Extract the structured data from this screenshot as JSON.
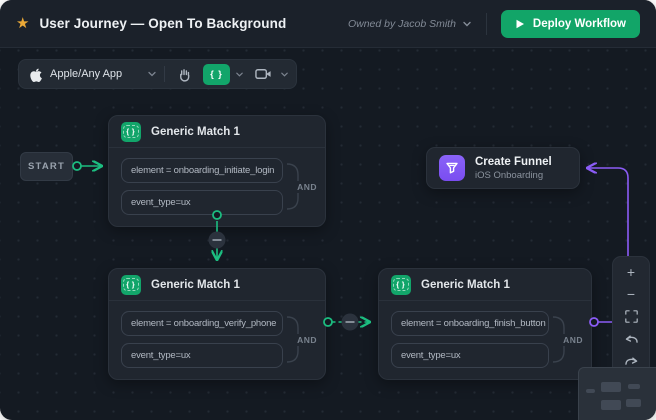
{
  "header": {
    "title": "User Journey — Open To Background",
    "owner": "Owned by Jacob Smith",
    "deploy_label": "Deploy Workflow"
  },
  "toolbar": {
    "app_selector": "Apple/Any App",
    "braces_glyph": "{ }"
  },
  "nodes": {
    "start": {
      "label": "START"
    },
    "match1": {
      "title": "Generic Match 1",
      "conditions": [
        "element = onboarding_initiate_login",
        "event_type=ux"
      ],
      "operator": "AND"
    },
    "match2": {
      "title": "Generic Match 1",
      "conditions": [
        "element = onboarding_verify_phone",
        "event_type=ux"
      ],
      "operator": "AND"
    },
    "match3": {
      "title": "Generic Match 1",
      "conditions": [
        "element = onboarding_finish_button",
        "event_type=ux"
      ],
      "operator": "AND"
    },
    "funnel": {
      "title": "Create Funnel",
      "subtitle": "iOS Onboarding"
    }
  },
  "zoom_controls": {
    "zoom_in": "+",
    "zoom_out": "−"
  },
  "colors": {
    "accent_green": "#12a56a",
    "line_green": "#1cbd80",
    "accent_purple": "#8b5cf6",
    "star_gold": "#eba937",
    "canvas_bg": "#141a22",
    "node_bg": "#20262f"
  }
}
